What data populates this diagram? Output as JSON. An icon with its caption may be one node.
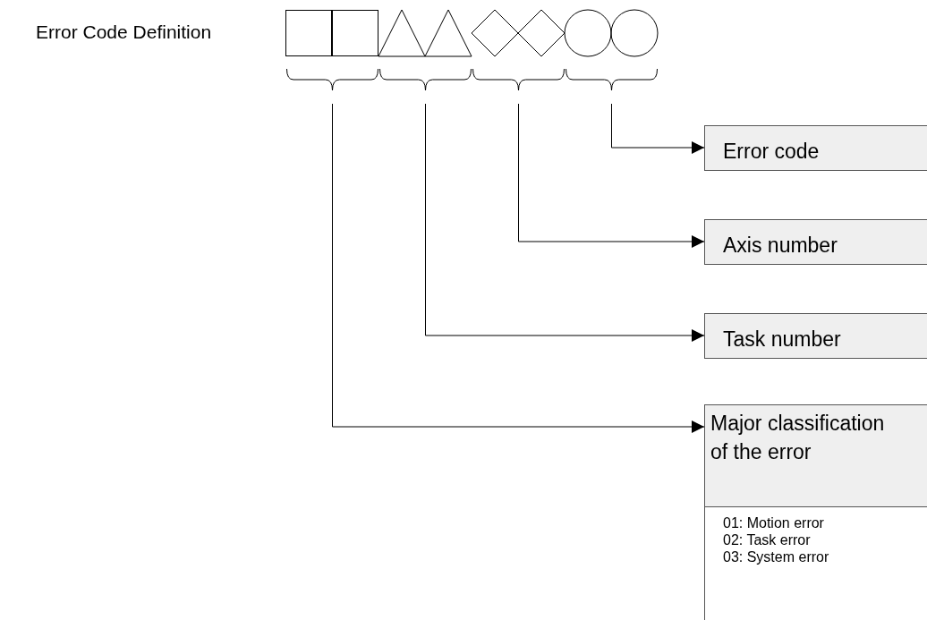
{
  "diagram": {
    "title": "Error Code Definition",
    "nodes": [
      {
        "text": [],
        "shape": "box"
      },
      {
        "text": [],
        "shape": "box"
      },
      {
        "text": [],
        "shape": "triangle"
      },
      {
        "text": [],
        "shape": "triangle"
      },
      {
        "text": [],
        "shape": "diamond"
      },
      {
        "text": [],
        "shape": "diamond"
      },
      {
        "text": [],
        "shape": "circle"
      },
      {
        "text": [],
        "shape": "circle"
      },
      {
        "text": [],
        "shape": "bracket"
      },
      {
        "text": [],
        "shape": "bracket"
      },
      {
        "text": [],
        "shape": "bracket"
      },
      {
        "text": [],
        "shape": "bracket"
      },
      {
        "text": [
          "Error code"
        ]
      },
      {
        "text": [
          "Axis number"
        ]
      },
      {
        "text": [
          "Task number"
        ]
      },
      {
        "text": [
          "Major classification of the error"
        ]
      },
      {
        "text": [
          "01: Motion error",
          "02: Task error",
          "03: System error"
        ]
      }
    ],
    "edges": [
      {
        "from": 11,
        "to": 12,
        "arrow": "to"
      },
      {
        "from": 10,
        "to": 13,
        "arrow": "to"
      },
      {
        "from": 9,
        "to": 14,
        "arrow": "to"
      },
      {
        "from": 8,
        "to": 15,
        "arrow": "to"
      }
    ]
  }
}
